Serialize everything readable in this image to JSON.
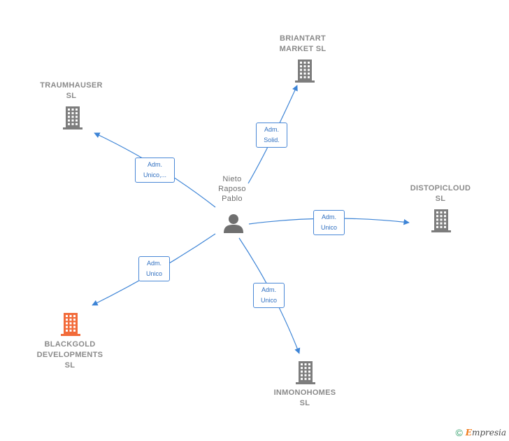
{
  "colors": {
    "edge": "#3d84d6",
    "company_icon": "#7d7d7d",
    "focus_icon": "#f26b3a",
    "person_icon": "#6f6f6f"
  },
  "person": {
    "name": "Nieto\nRaposo\nPablo",
    "icon": "person-icon"
  },
  "companies": [
    {
      "id": "briantart",
      "name": "BRIANTART\nMARKET  SL",
      "icon": "building-icon",
      "focus": false,
      "role": "Adm.\nSolid."
    },
    {
      "id": "traumhauser",
      "name": "TRAUMHAUSER\nSL",
      "icon": "building-icon",
      "focus": false,
      "role": "Adm.\nUnico,..."
    },
    {
      "id": "distopicloud",
      "name": "DISTOPICLOUD\nSL",
      "icon": "building-icon",
      "focus": false,
      "role": "Adm.\nUnico"
    },
    {
      "id": "blackgold",
      "name": "BLACKGOLD\nDEVELOPMENTS\nSL",
      "icon": "building-icon",
      "focus": true,
      "role": "Adm.\nUnico"
    },
    {
      "id": "inmonohomes",
      "name": "INMONOHOMES\nSL",
      "icon": "building-icon",
      "focus": false,
      "role": "Adm.\nUnico"
    }
  ],
  "footer": {
    "copyright": "©",
    "brand_initial": "E",
    "brand_rest": "mpresia"
  }
}
